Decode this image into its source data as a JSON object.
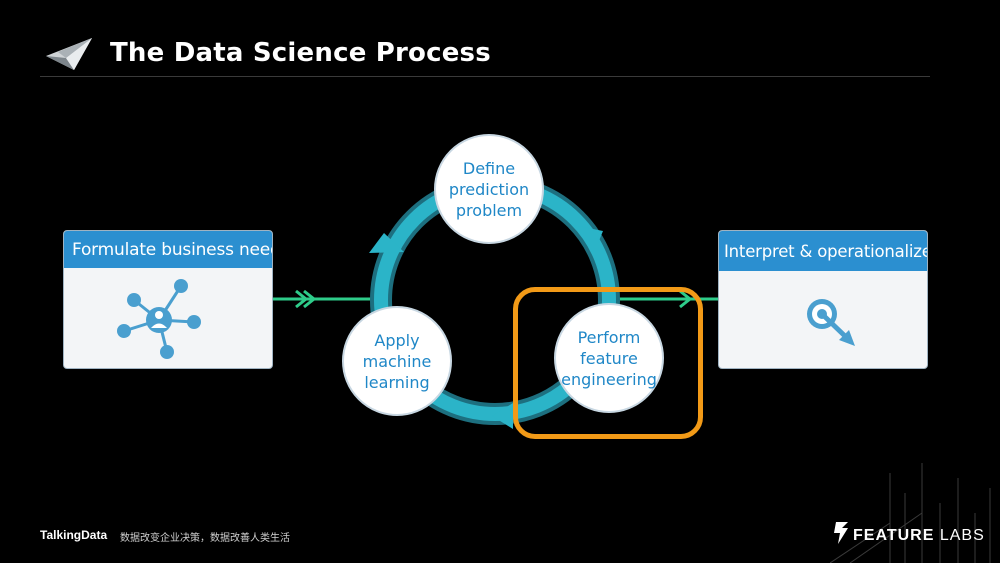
{
  "slide": {
    "title": "The Data Science Process"
  },
  "cards": {
    "left": {
      "label": "Formulate business need",
      "icon": "network-person-icon"
    },
    "right": {
      "label": "Interpret & operationalize",
      "icon": "target-arrow-icon"
    }
  },
  "cycle": {
    "top": "Define\nprediction\nproblem",
    "left": "Apply\nmachine\nlearning",
    "right": "Perform\nfeature\nengineering"
  },
  "footer": {
    "brand": "TalkingData",
    "slogan": "数据改变企业决策，数据改善人类生活",
    "partner_bold": "FEATURE",
    "partner_light": " LABS"
  },
  "colors": {
    "header_blue": "#2b8fd0",
    "cycle_teal": "#2bb4c8",
    "arrow_green": "#2ecc8a",
    "highlight_orange": "#f29a17",
    "text_blue": "#1f87c7"
  }
}
